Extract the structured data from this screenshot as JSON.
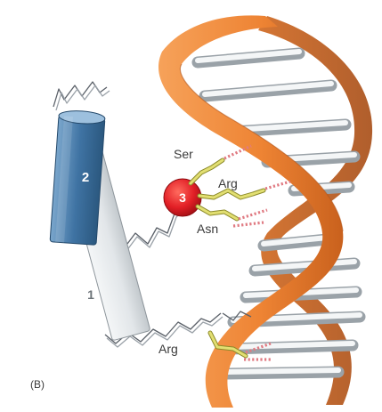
{
  "panel_label": "(B)",
  "helices": [
    {
      "id": "1",
      "label": "1"
    },
    {
      "id": "2",
      "label": "2"
    },
    {
      "id": "3",
      "label": "3"
    }
  ],
  "residues": [
    {
      "label": "Ser"
    },
    {
      "label": "Arg"
    },
    {
      "label": "Asn"
    },
    {
      "label": "Arg"
    }
  ],
  "colors": {
    "backbone": "#ef8a3a",
    "backbone_dark": "#c8601a",
    "base_pair": "#d9dde0",
    "helix_1": "#e9ecef",
    "helix_2": "#3f73a3",
    "helix_3": "#e21f26",
    "side_chain": "#d7d456",
    "hbond": "#e07a82"
  }
}
